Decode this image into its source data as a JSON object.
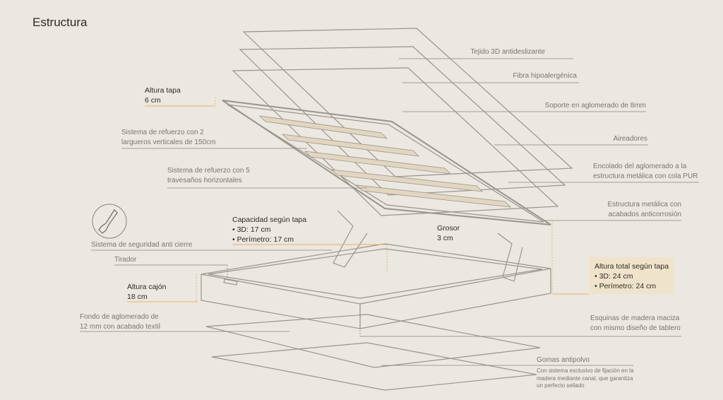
{
  "title": "Estructura",
  "labels": {
    "tejido": "Tejido 3D antideslizante",
    "fibra": "Fibra hipoalergénica",
    "soporte": "Soporte en aglomerado de 8mm",
    "aireadores": "Aireadores",
    "encolado_1": "Encolado del aglomerado a la",
    "encolado_2": "estructura metálica con cola PUR",
    "estructura_1": "Estructura metálica con",
    "estructura_2": "acabados anticorrosión",
    "altura_tapa": "Altura tapa",
    "altura_tapa_val": "6 cm",
    "refuerzo2_1": "Sistema de refuerzo con 2",
    "refuerzo2_2": "largueros verticales de 150cm",
    "refuerzo5_1": "Sistema de refuerzo con 5",
    "refuerzo5_2": "travesaños horizontales",
    "seguridad": "Sistema de seguridad anti cierre",
    "capacidad": "Capacidad según tapa",
    "capacidad_3d": "• 3D: 17 cm",
    "capacidad_perimetro": "• Perímetro: 17 cm",
    "grosor": "Grosor",
    "grosor_val": "3 cm",
    "tirador": "Tirador",
    "altura_cajon": "Altura cajón",
    "altura_cajon_val": "18 cm",
    "fondo_1": "Fondo de aglomerado de",
    "fondo_2": "12 mm con acabado textil",
    "altura_total": "Altura total según tapa",
    "altura_total_3d": "• 3D: 24 cm",
    "altura_total_perimetro": "• Perímetro: 24 cm",
    "esquinas_1": "Esquinas de madera maciza",
    "esquinas_2": "con mismo diseño de tablero",
    "gomas": "Gomas antipolvo",
    "gomas_desc_1": "Con sistema exclusivo de fijación en la",
    "gomas_desc_2": "madera mediante canal, que garantiza",
    "gomas_desc_3": "un perfecto sellado"
  },
  "colors": {
    "accent": "#e2b56a",
    "line": "#8a857e",
    "highlight": "#efe3cb"
  }
}
